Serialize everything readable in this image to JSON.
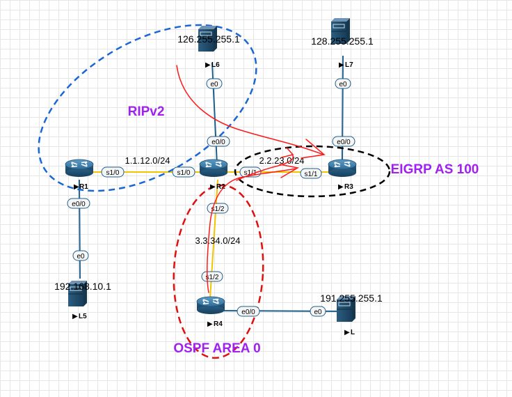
{
  "routers": {
    "r1": "R1",
    "r2": "R2",
    "r3": "R3",
    "r4": "R4"
  },
  "hosts": {
    "l5": {
      "name": "L5",
      "ip": "192.168.10.1"
    },
    "l6": {
      "name": "L6",
      "ip": "126.255.255.1"
    },
    "l7": {
      "name": "L7",
      "ip": "128.255.255.1"
    },
    "l": {
      "name": "L",
      "ip": "191.255.255.1"
    }
  },
  "interfaces": {
    "r1_s10": "s1/0",
    "r1_e00": "e0/0",
    "r2_s10": "s1/0",
    "r2_e00": "e0/0",
    "r2_s11": "s1/1",
    "r2_s12": "s1/2",
    "r3_s11": "s1/1",
    "r3_e00": "e0/0",
    "r4_s12": "s1/2",
    "r4_e00": "e0/0",
    "l5_e0": "e0",
    "l6_e0": "e0",
    "l7_e0": "e0",
    "l_e0": "e0"
  },
  "networks": {
    "r1_r2": "1.1.12.0/24",
    "r2_r3": "2.2.23.0/24",
    "r2_r4": "3.3.34.0/24"
  },
  "areas": {
    "rip": {
      "label": "RIPv2",
      "color": "#1a66d6"
    },
    "eigrp": {
      "label": "EIGRP AS 100",
      "color": "#000000"
    },
    "ospf": {
      "label": "OSPF AREA 0",
      "color": "#e01010"
    }
  },
  "colors": {
    "label_text": "#a020f0",
    "serial_link": "#f2c400",
    "ethernet_link": "#1f5f8b",
    "annotation": "#ff1a1a"
  }
}
